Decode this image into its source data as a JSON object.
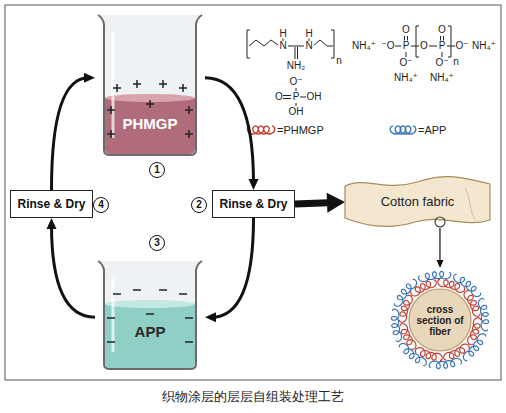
{
  "diagram": {
    "caption": "织物涂层的层层自组装处理工艺",
    "nodes": [
      {
        "text": [
          "PHMGP"
        ]
      },
      {
        "text": [
          "Rinse & Dry"
        ]
      },
      {
        "text": [
          "APP"
        ]
      },
      {
        "text": [
          "Rinse & Dry"
        ]
      },
      {
        "text": [
          "Cotton fabric"
        ]
      },
      {
        "text": [
          "cross section of fiber"
        ]
      }
    ],
    "edges": [
      {
        "from": 0,
        "to": 1,
        "arrow": "to"
      },
      {
        "from": 1,
        "to": 2,
        "arrow": "to"
      },
      {
        "from": 2,
        "to": 3,
        "arrow": "to"
      },
      {
        "from": 3,
        "to": 0,
        "arrow": "to"
      },
      {
        "from": 1,
        "to": 4,
        "arrow": "to"
      },
      {
        "from": 4,
        "to": 5,
        "arrow": "to"
      }
    ],
    "labels": [
      "1",
      "2",
      "3",
      "4",
      "H",
      "N",
      "H",
      "N",
      "NH₂",
      "n",
      "O⁻",
      "O",
      "P",
      "OH",
      "OH",
      "NH₄⁺",
      "⁻O",
      "O",
      "P",
      "O⁻",
      "NH₄⁺",
      "O",
      "O",
      "P",
      "O⁻",
      "NH₄⁺",
      "n",
      "O⁻",
      "NH₄⁺"
    ],
    "legend": [
      {
        "text": "=PHMGP"
      },
      {
        "text": "=APP"
      }
    ]
  }
}
